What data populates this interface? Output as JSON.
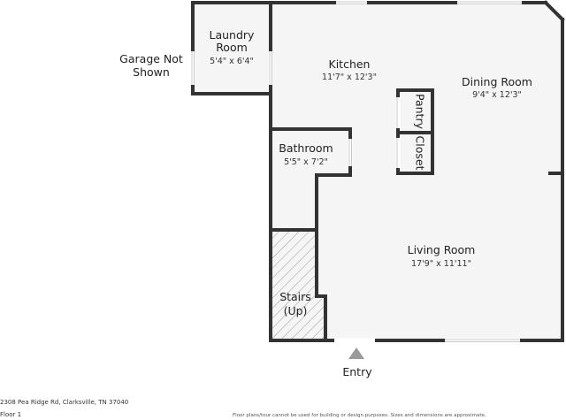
{
  "rooms": {
    "laundry": {
      "name_line1": "Laundry",
      "name_line2": "Room",
      "dims": "5'4\" x 6'4\""
    },
    "kitchen": {
      "name": "Kitchen",
      "dims": "11'7\" x 12'3\""
    },
    "dining": {
      "name": "Dining Room",
      "dims": "9'4\" x 12'3\""
    },
    "pantry": {
      "name": "Pantry"
    },
    "closet": {
      "name": "Closet"
    },
    "bathroom": {
      "name": "Bathroom",
      "dims": "5'5\" x 7'2\""
    },
    "living": {
      "name": "Living Room",
      "dims": "17'9\" x 11'11\""
    },
    "stairs": {
      "name_line1": "Stairs",
      "name_line2": "(Up)"
    }
  },
  "garage_note": {
    "line1": "Garage Not",
    "line2": "Shown"
  },
  "entry_label": "Entry",
  "footer": {
    "address": "2308 Pea Ridge Rd, Clarksville, TN 37040",
    "floor": "Floor 1",
    "disclaimer": "Floor plans/tour cannot be used for building or design purposes. Sizes and dimensions are approximate."
  },
  "colors": {
    "wall": "#333333",
    "floor": "#f5f5f5",
    "hatch": "#9a9a9a",
    "window": "#c8c8c8"
  }
}
